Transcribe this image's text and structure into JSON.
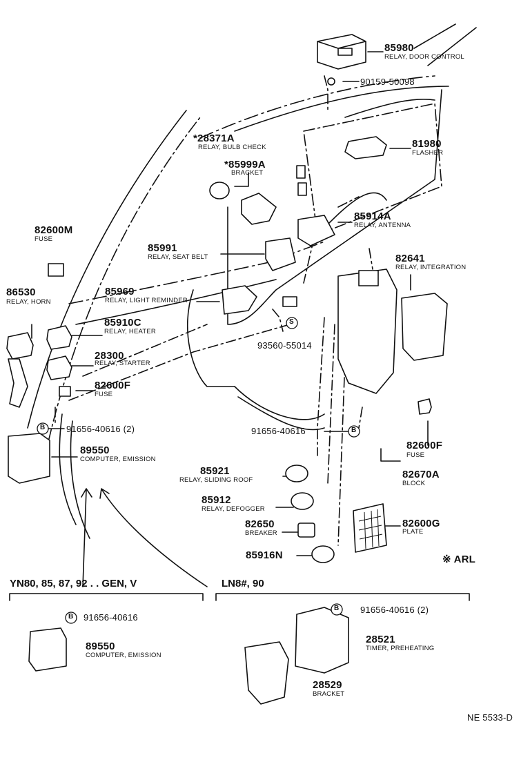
{
  "parts": [
    {
      "id": "p85980",
      "number": "85980",
      "name": "RELAY, DOOR CONTROL"
    },
    {
      "id": "p90159",
      "number": "90159-50098",
      "name": ""
    },
    {
      "id": "p28371A",
      "number": "*28371A",
      "name": "RELAY, BULB CHECK"
    },
    {
      "id": "p81980",
      "number": "81980",
      "name": "FLASHER"
    },
    {
      "id": "p85999A",
      "number": "*85999A",
      "name": "BRACKET"
    },
    {
      "id": "p82600M",
      "number": "82600M",
      "name": "FUSE"
    },
    {
      "id": "p85914A",
      "number": "85914A",
      "name": "RELAY, ANTENNA"
    },
    {
      "id": "p85991",
      "number": "85991",
      "name": "RELAY, SEAT BELT"
    },
    {
      "id": "p82641",
      "number": "82641",
      "name": "RELAY, INTEGRATION"
    },
    {
      "id": "p86530",
      "number": "86530",
      "name": "RELAY, HORN"
    },
    {
      "id": "p85969",
      "number": "85969",
      "name": "RELAY, LIGHT REMINDER"
    },
    {
      "id": "p85910C",
      "number": "85910C",
      "name": "RELAY, HEATER"
    },
    {
      "id": "p93560",
      "number": "93560-55014",
      "name": ""
    },
    {
      "id": "p28300",
      "number": "28300",
      "name": "RELAY, STARTER"
    },
    {
      "id": "p82600F_l",
      "number": "82600F",
      "name": "FUSE"
    },
    {
      "id": "p91656_l",
      "number": "91656-40616 (2)",
      "name": ""
    },
    {
      "id": "p91656_c",
      "number": "91656-40616",
      "name": ""
    },
    {
      "id": "p89550",
      "number": "89550",
      "name": "COMPUTER, EMISSION"
    },
    {
      "id": "p82600F_r",
      "number": "82600F",
      "name": "FUSE"
    },
    {
      "id": "p85921",
      "number": "85921",
      "name": "RELAY, SLIDING ROOF"
    },
    {
      "id": "p82670A",
      "number": "82670A",
      "name": "BLOCK"
    },
    {
      "id": "p85912",
      "number": "85912",
      "name": "RELAY, DEFOGGER"
    },
    {
      "id": "p82650",
      "number": "82650",
      "name": "BREAKER"
    },
    {
      "id": "p82600G",
      "number": "82600G",
      "name": "PLATE"
    },
    {
      "id": "p85916N",
      "number": "85916N",
      "name": ""
    }
  ],
  "bolt_symbol": "B",
  "screw_symbol": "S",
  "arl_note": "※ ARL",
  "variant_left": {
    "header": "YN80, 85, 87, 92 . . GEN, V",
    "bolt": "91656-40616",
    "part_number": "89550",
    "part_name": "COMPUTER, EMISSION"
  },
  "variant_right": {
    "header": "LN8#, 90",
    "bolt": "91656-40616 (2)",
    "timer_number": "28521",
    "timer_name": "TIMER, PREHEATING",
    "bracket_number": "28529",
    "bracket_name": "BRACKET"
  },
  "drawing_code": "NE 5533-D"
}
